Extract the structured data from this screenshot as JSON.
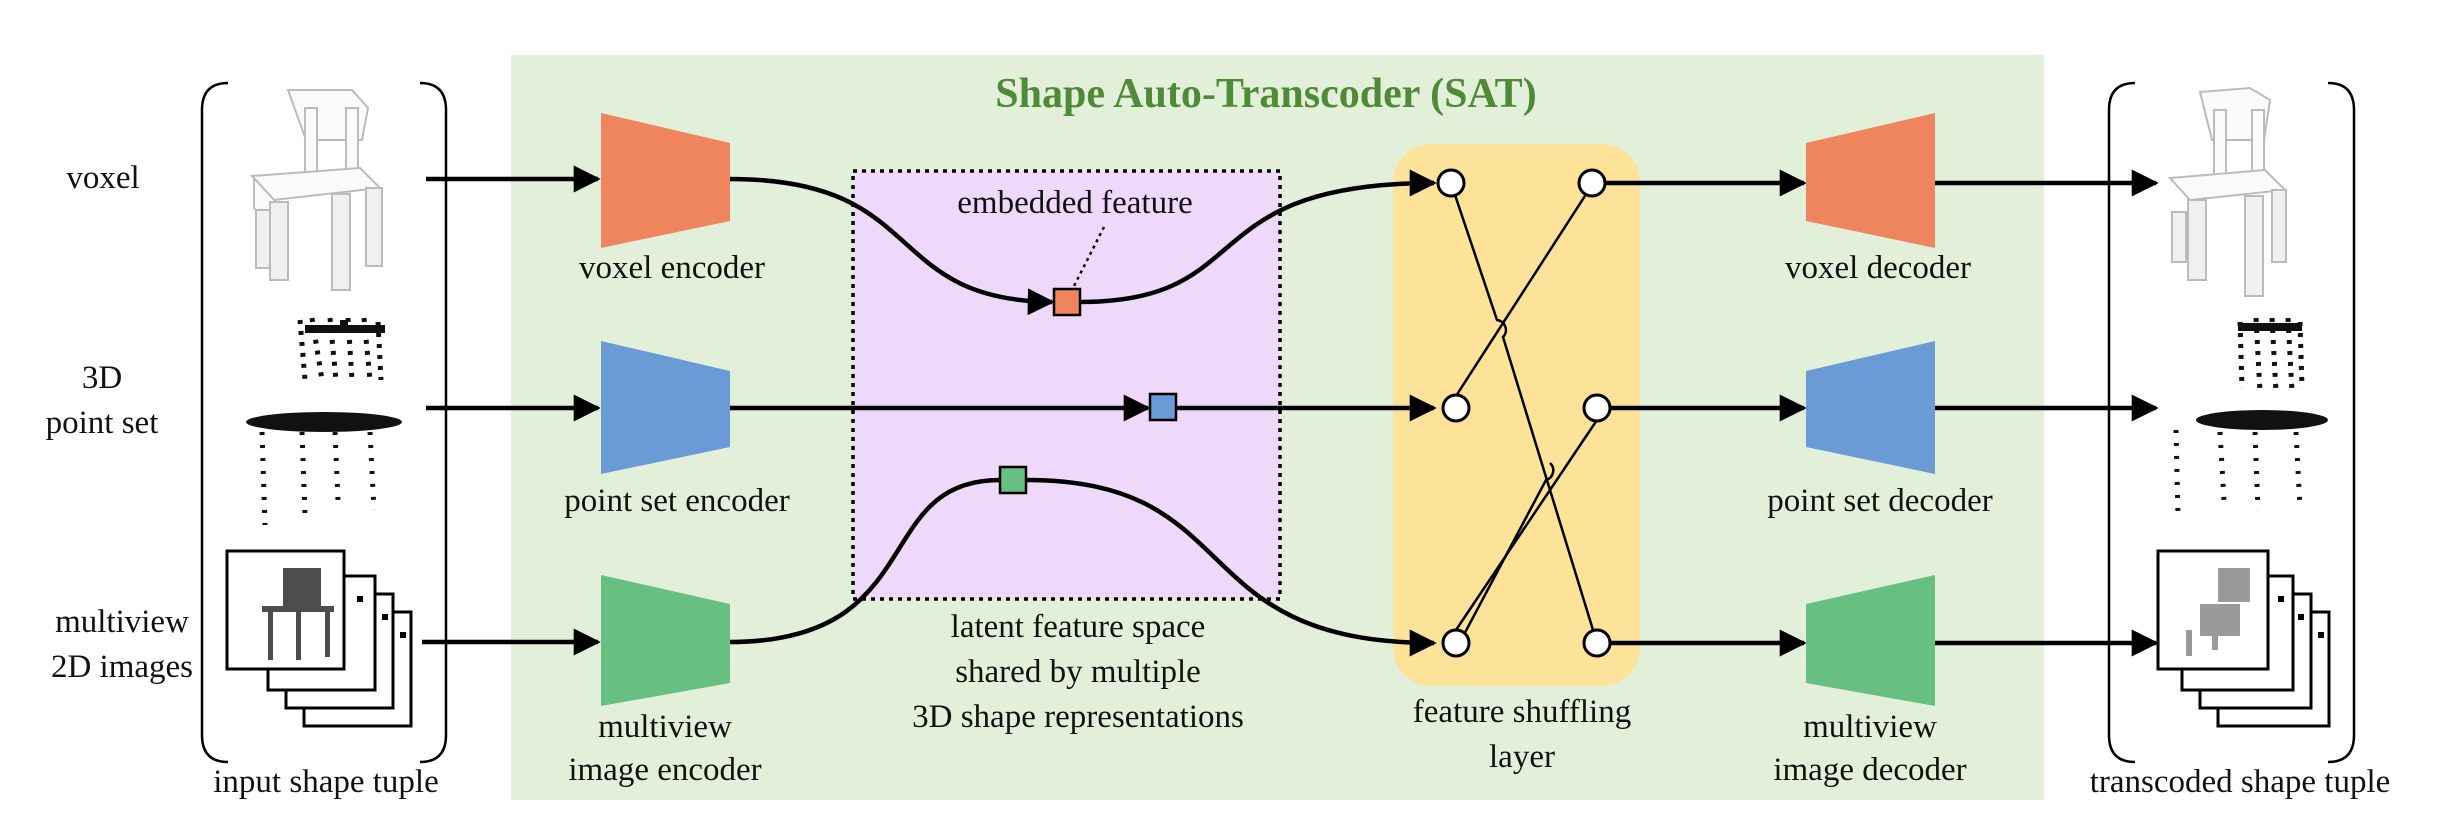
{
  "title": "Shape Auto-Transcoder (SAT)",
  "inputs": {
    "voxel": "voxel",
    "point_set_line1": "3D",
    "point_set_line2": "point set",
    "multiview_line1": "multiview",
    "multiview_line2": "2D images",
    "tuple_label": "input shape tuple"
  },
  "encoders": {
    "voxel": "voxel encoder",
    "point_set": "point set encoder",
    "multiview_line1": "multiview",
    "multiview_line2": "image encoder"
  },
  "latent": {
    "embedded_feature": "embedded feature",
    "caption_line1": "latent feature space",
    "caption_line2": "shared by multiple",
    "caption_line3": "3D shape representations"
  },
  "shuffle": {
    "line1": "feature shuffling",
    "line2": "layer"
  },
  "decoders": {
    "voxel": "voxel decoder",
    "point_set": "point set decoder",
    "multiview_line1": "multiview",
    "multiview_line2": "image decoder"
  },
  "outputs": {
    "tuple_label": "transcoded shape tuple"
  },
  "colors": {
    "sat_background": "#e2efd9",
    "latent_background": "#efd9fb",
    "shuffle_background": "#fde29a",
    "voxel": "#ef855e",
    "point_set": "#6b9bd6",
    "multiview": "#68bf82",
    "title": "#4f8a36"
  }
}
